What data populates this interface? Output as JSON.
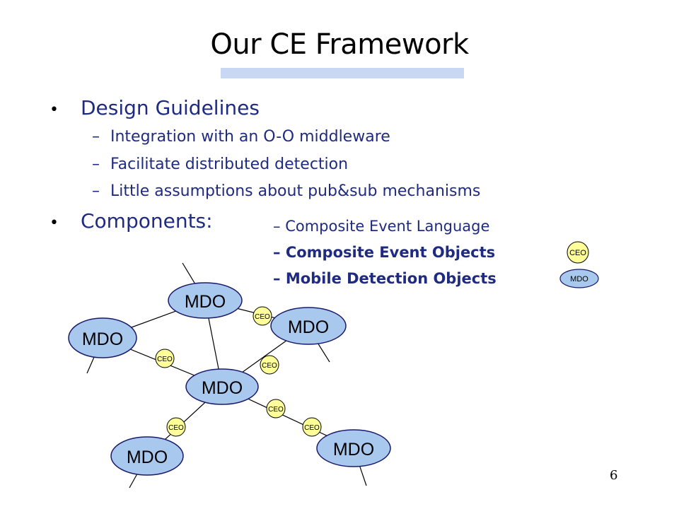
{
  "title": "Our CE Framework",
  "colors": {
    "title_bar": "#c8d8f4",
    "text": "#1f2b80",
    "mdo_fill": "#a9c8ee",
    "mdo_stroke": "#1a1a6a",
    "ceo_fill": "#ffff99",
    "line": "#000000"
  },
  "bullets": [
    {
      "label": "Design Guidelines"
    },
    {
      "label": "Components:"
    }
  ],
  "guidelines": [
    "Integration with an O-O middleware",
    "Facilitate distributed detection",
    "Little assumptions about pub&sub mechanisms"
  ],
  "components": [
    "Composite Event Language",
    "Composite Event Objects",
    "Mobile Detection Objects"
  ],
  "dash": "–",
  "bullet_symbol": "•",
  "legend": {
    "ceo": "CEO",
    "mdo": "MDO"
  },
  "diagram": {
    "mdo_label": "MDO",
    "ceo_label": "CEO"
  },
  "page_number": "6"
}
